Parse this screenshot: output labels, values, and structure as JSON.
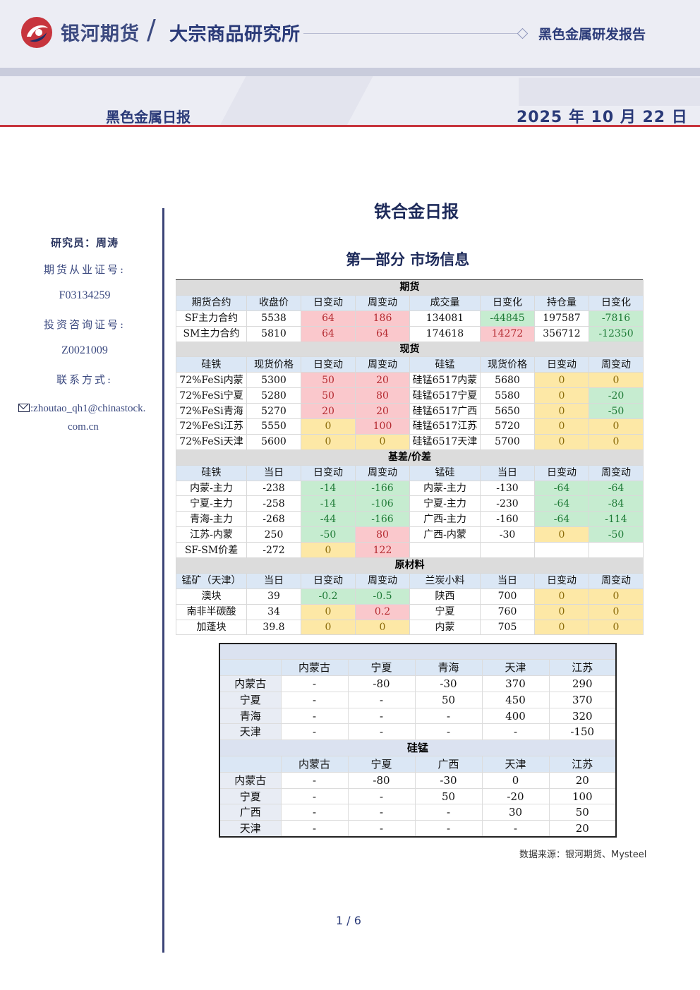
{
  "header": {
    "brand": "银河期货",
    "institute": "大宗商品研究所",
    "report_type": "黑色金属研发报告",
    "daily_title": "黑色金属日报",
    "date": "2025 年 10 月 22 日"
  },
  "sidebar": {
    "researcher": "研究员：周涛",
    "qual_label": "期货从业证号:",
    "qual_no": "F03134259",
    "consult_label": "投资咨询证号:",
    "consult_no": "Z0021009",
    "contact_label": "联系方式:",
    "email_line1": ":zhoutao_qh1@chinastock.",
    "email_line2": "com.cn"
  },
  "doc_title": "铁合金日报",
  "section_title": "第一部分 市场信息",
  "colors": {
    "red": "#fac8cc",
    "green": "#c6ecd0",
    "yellow": "#fde8a6",
    "header_blue": "#dbe7f5",
    "brand_navy": "#2a3a78",
    "rule_red": "#c7353d"
  },
  "market_table": {
    "futures": {
      "title": "期货",
      "header": [
        "期货合约",
        "收盘价",
        "日变动",
        "周变动",
        "成交量",
        "日变化",
        "持仓量",
        "日变化"
      ],
      "rows": [
        [
          [
            "SF主力合约",
            ""
          ],
          [
            "5538",
            ""
          ],
          [
            "64",
            "red"
          ],
          [
            "186",
            "red"
          ],
          [
            "134081",
            ""
          ],
          [
            "-44845",
            "green"
          ],
          [
            "197587",
            ""
          ],
          [
            "-7816",
            "green"
          ]
        ],
        [
          [
            "SM主力合约",
            ""
          ],
          [
            "5810",
            ""
          ],
          [
            "64",
            "red"
          ],
          [
            "64",
            "red"
          ],
          [
            "174618",
            ""
          ],
          [
            "14272",
            "red"
          ],
          [
            "356712",
            ""
          ],
          [
            "-12350",
            "green"
          ]
        ]
      ]
    },
    "spot": {
      "title": "现货",
      "header": [
        "硅铁",
        "现货价格",
        "日变动",
        "周变动",
        "硅锰",
        "现货价格",
        "日变动",
        "周变动"
      ],
      "rows": [
        [
          [
            "72%FeSi内蒙",
            ""
          ],
          [
            "5300",
            ""
          ],
          [
            "50",
            "red"
          ],
          [
            "20",
            "red"
          ],
          [
            "硅锰6517内蒙",
            ""
          ],
          [
            "5680",
            ""
          ],
          [
            "0",
            "yellow"
          ],
          [
            "0",
            "yellow"
          ]
        ],
        [
          [
            "72%FeSi宁夏",
            ""
          ],
          [
            "5280",
            ""
          ],
          [
            "50",
            "red"
          ],
          [
            "80",
            "red"
          ],
          [
            "硅锰6517宁夏",
            ""
          ],
          [
            "5580",
            ""
          ],
          [
            "0",
            "yellow"
          ],
          [
            "-20",
            "green"
          ]
        ],
        [
          [
            "72%FeSi青海",
            ""
          ],
          [
            "5270",
            ""
          ],
          [
            "20",
            "red"
          ],
          [
            "20",
            "red"
          ],
          [
            "硅锰6517广西",
            ""
          ],
          [
            "5650",
            ""
          ],
          [
            "0",
            "yellow"
          ],
          [
            "-50",
            "green"
          ]
        ],
        [
          [
            "72%FeSi江苏",
            ""
          ],
          [
            "5550",
            ""
          ],
          [
            "0",
            "yellow"
          ],
          [
            "100",
            "red"
          ],
          [
            "硅锰6517江苏",
            ""
          ],
          [
            "5720",
            ""
          ],
          [
            "0",
            "yellow"
          ],
          [
            "0",
            "yellow"
          ]
        ],
        [
          [
            "72%FeSi天津",
            ""
          ],
          [
            "5600",
            ""
          ],
          [
            "0",
            "yellow"
          ],
          [
            "0",
            "yellow"
          ],
          [
            "硅锰6517天津",
            ""
          ],
          [
            "5700",
            ""
          ],
          [
            "0",
            "yellow"
          ],
          [
            "0",
            "yellow"
          ]
        ]
      ]
    },
    "basis": {
      "title": "基差/价差",
      "header": [
        "硅铁",
        "当日",
        "日变动",
        "周变动",
        "锰硅",
        "当日",
        "日变动",
        "周变动"
      ],
      "rows": [
        [
          [
            "内蒙-主力",
            ""
          ],
          [
            "-238",
            ""
          ],
          [
            "-14",
            "green"
          ],
          [
            "-166",
            "green"
          ],
          [
            "内蒙-主力",
            ""
          ],
          [
            "-130",
            ""
          ],
          [
            "-64",
            "green"
          ],
          [
            "-64",
            "green"
          ]
        ],
        [
          [
            "宁夏-主力",
            ""
          ],
          [
            "-258",
            ""
          ],
          [
            "-14",
            "green"
          ],
          [
            "-106",
            "green"
          ],
          [
            "宁夏-主力",
            ""
          ],
          [
            "-230",
            ""
          ],
          [
            "-64",
            "green"
          ],
          [
            "-84",
            "green"
          ]
        ],
        [
          [
            "青海-主力",
            ""
          ],
          [
            "-268",
            ""
          ],
          [
            "-44",
            "green"
          ],
          [
            "-166",
            "green"
          ],
          [
            "广西-主力",
            ""
          ],
          [
            "-160",
            ""
          ],
          [
            "-64",
            "green"
          ],
          [
            "-114",
            "green"
          ]
        ],
        [
          [
            "江苏-内蒙",
            ""
          ],
          [
            "250",
            ""
          ],
          [
            "-50",
            "green"
          ],
          [
            "80",
            "red"
          ],
          [
            "广西-内蒙",
            ""
          ],
          [
            "-30",
            ""
          ],
          [
            "0",
            "yellow"
          ],
          [
            "-50",
            "green"
          ]
        ],
        [
          [
            "SF-SM价差",
            ""
          ],
          [
            "-272",
            ""
          ],
          [
            "0",
            "yellow"
          ],
          [
            "122",
            "red"
          ],
          [
            "",
            ""
          ],
          [
            "",
            ""
          ],
          [
            "",
            ""
          ],
          [
            "",
            ""
          ]
        ]
      ]
    },
    "raw": {
      "title": "原材料",
      "header": [
        "锰矿（天津）",
        "当日",
        "日变动",
        "周变动",
        "兰炭小料",
        "当日",
        "日变动",
        "周变动"
      ],
      "rows": [
        [
          [
            "澳块",
            ""
          ],
          [
            "39",
            ""
          ],
          [
            "-0.2",
            "green"
          ],
          [
            "-0.5",
            "green"
          ],
          [
            "陕西",
            ""
          ],
          [
            "700",
            ""
          ],
          [
            "0",
            "yellow"
          ],
          [
            "0",
            "yellow"
          ]
        ],
        [
          [
            "南非半碳酸",
            ""
          ],
          [
            "34",
            ""
          ],
          [
            "0",
            "yellow"
          ],
          [
            "0.2",
            "red"
          ],
          [
            "宁夏",
            ""
          ],
          [
            "760",
            ""
          ],
          [
            "0",
            "yellow"
          ],
          [
            "0",
            "yellow"
          ]
        ],
        [
          [
            "加蓬块",
            ""
          ],
          [
            "39.8",
            ""
          ],
          [
            "0",
            "yellow"
          ],
          [
            "0",
            "yellow"
          ],
          [
            "内蒙",
            ""
          ],
          [
            "705",
            ""
          ],
          [
            "0",
            "yellow"
          ],
          [
            "0",
            "yellow"
          ]
        ]
      ]
    }
  },
  "regional_table": {
    "ferrosilicon": {
      "title": "",
      "header": [
        "",
        "内蒙古",
        "宁夏",
        "青海",
        "天津",
        "江苏"
      ],
      "rows": [
        [
          "内蒙古",
          "-",
          "-80",
          "-30",
          "370",
          "290"
        ],
        [
          "宁夏",
          "-",
          "-",
          "50",
          "450",
          "370"
        ],
        [
          "青海",
          "-",
          "-",
          "-",
          "400",
          "320"
        ],
        [
          "天津",
          "-",
          "-",
          "-",
          "-",
          "-150"
        ]
      ]
    },
    "silicomanganese": {
      "title": "硅锰",
      "header": [
        "",
        "内蒙古",
        "宁夏",
        "广西",
        "天津",
        "江苏"
      ],
      "rows": [
        [
          "内蒙古",
          "-",
          "-80",
          "-30",
          "0",
          "20"
        ],
        [
          "宁夏",
          "-",
          "-",
          "50",
          "-20",
          "100"
        ],
        [
          "广西",
          "-",
          "-",
          "-",
          "30",
          "50"
        ],
        [
          "天津",
          "-",
          "-",
          "-",
          "-",
          "20"
        ]
      ]
    }
  },
  "source": "数据来源：银河期货、Mysteel",
  "page": "1 / 6"
}
